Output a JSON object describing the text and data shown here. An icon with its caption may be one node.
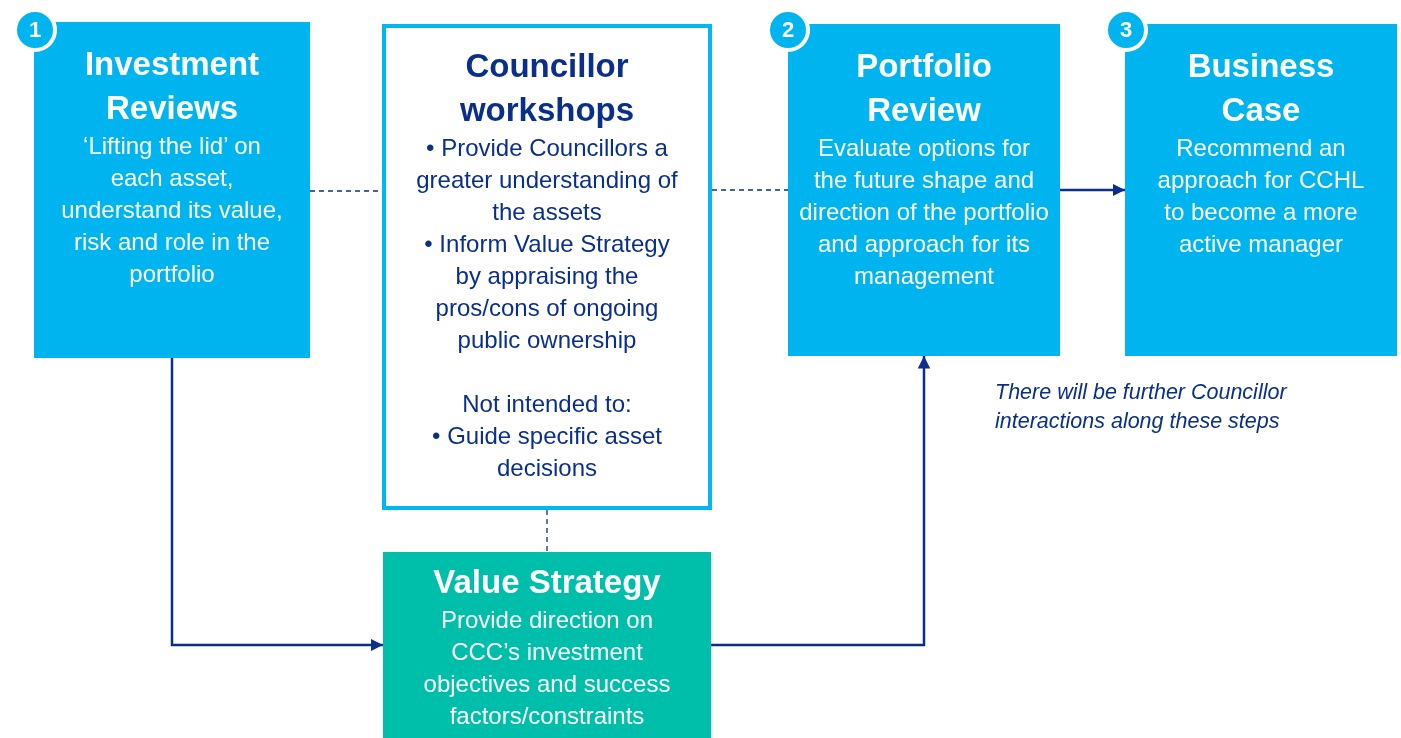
{
  "diagram": {
    "nodes": [
      {
        "text": [
          "Investment Reviews",
          "‘Lifting the lid’ on each asset, understand its value, risk and role in the portfolio"
        ]
      },
      {
        "text": [
          "1"
        ]
      },
      {
        "text": [
          "Councillor workshops",
          "• Provide Councillors a greater understanding of the assets",
          "• Inform Value Strategy by appraising the pros/cons of ongoing public ownership",
          "Not intended to:",
          "• Guide specific asset decisions"
        ]
      },
      {
        "text": [
          "Portfolio Review",
          "Evaluate options for the future shape and direction of the portfolio and approach for its management"
        ]
      },
      {
        "text": [
          "2"
        ]
      },
      {
        "text": [
          "Business Case",
          "Recommend an approach for CCHL to become a more active manager"
        ]
      },
      {
        "text": [
          "3"
        ]
      },
      {
        "text": [
          "Value Strategy",
          "Provide direction on CCC’s investment objectives and success factors/constraints"
        ]
      }
    ],
    "edges": [
      {
        "from": 0,
        "to": 7,
        "arrow": "to"
      },
      {
        "from": 7,
        "to": 3,
        "arrow": "to"
      },
      {
        "from": 3,
        "to": 5,
        "arrow": "to"
      },
      {
        "from": 0,
        "to": 2,
        "arrow": "none",
        "style": "dashed"
      },
      {
        "from": 2,
        "to": 3,
        "arrow": "none",
        "style": "dashed"
      },
      {
        "from": 2,
        "to": 7,
        "arrow": "none",
        "style": "dashed"
      }
    ],
    "labels": [
      "There will be further Councillor interactions along these steps"
    ]
  }
}
